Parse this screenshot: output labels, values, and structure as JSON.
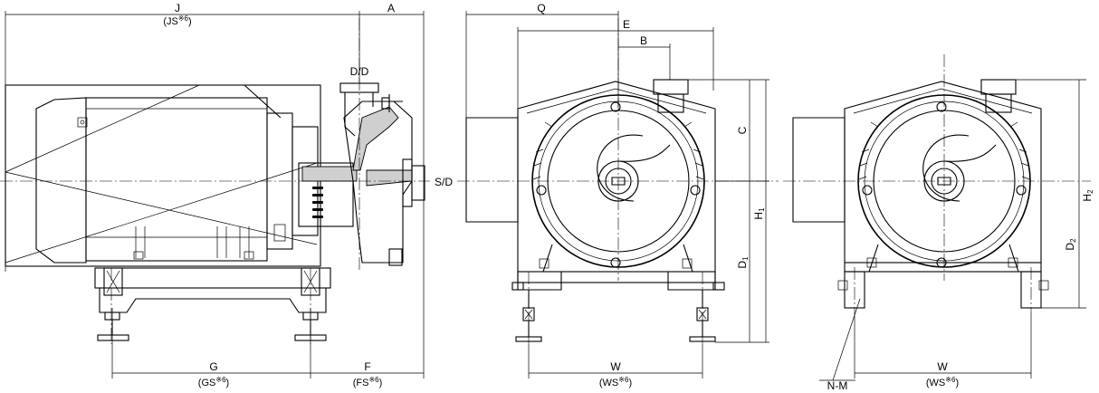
{
  "labels": {
    "J": "J",
    "JS": "(JS",
    "A": "A",
    "DD": "D/D",
    "SD": "S/D",
    "G": "G",
    "GS": "(GS",
    "F": "F",
    "FS": "(FS",
    "Q": "Q",
    "E": "E",
    "B": "B",
    "C": "C",
    "H1": "H",
    "H1_sub": "1",
    "D1": "D",
    "D1_sub": "1",
    "W": "W",
    "WS": "(WS",
    "H2": "H",
    "H2_sub": "2",
    "D2": "D",
    "D2_sub": "2",
    "NM": "N-M",
    "note_mark": "※6",
    "close_paren": ")"
  }
}
